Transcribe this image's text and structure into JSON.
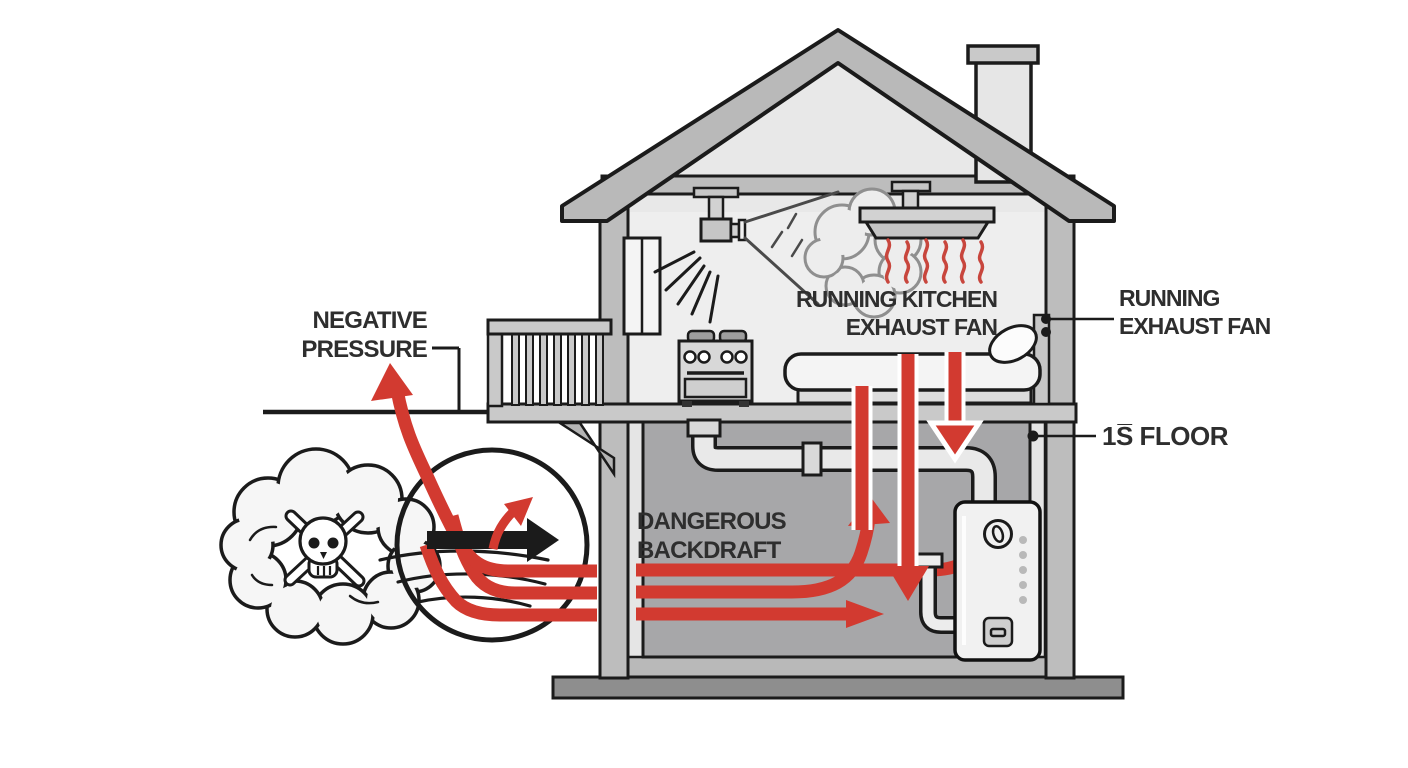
{
  "figure": {
    "type": "diagram",
    "subject": "House cross-section showing negative pressure causing a dangerous water heater backdraft"
  },
  "labels": {
    "negative_pressure": {
      "line1": "NEGATIVE",
      "line2": "PRESSURE"
    },
    "running_kitchen_exhaust_fan": {
      "line1": "RUNNING KITCHEN",
      "line2": "EXHAUST FAN"
    },
    "running_exhaust_fan": {
      "line1": "RUNNING",
      "line2": "EXHAUST FAN"
    },
    "first_floor": {
      "text": "1S̅ FLOOR"
    },
    "dangerous_backdraft": {
      "line1": "DANGEROUS",
      "line2": "BACKDRAFT"
    }
  },
  "colors": {
    "arrow_red": "#d23a30",
    "heat_red": "#c8463d",
    "outline": "#1b1b1b",
    "wall_gray": "#bdbdbd",
    "roof_gray": "#b9b9b9",
    "basement_gray": "#a7a7a9",
    "first_floor_gray": "#eeeeee",
    "slab_gray": "#8e8e8e",
    "text": "#2e2e2e"
  },
  "icons": {
    "poison_cloud": "skull-crossbones-cloud",
    "airflow_circle": "airflow-detail-circle",
    "black_flow_arrow": "right-arrow",
    "shower": "shower-head-with-steam",
    "kitchen_hood": "exhaust-hood-with-heat-waves",
    "stove": "gas-stove",
    "bed": "bed-with-pillow",
    "water_heater": "water-heater-tank",
    "chimney": "chimney"
  }
}
